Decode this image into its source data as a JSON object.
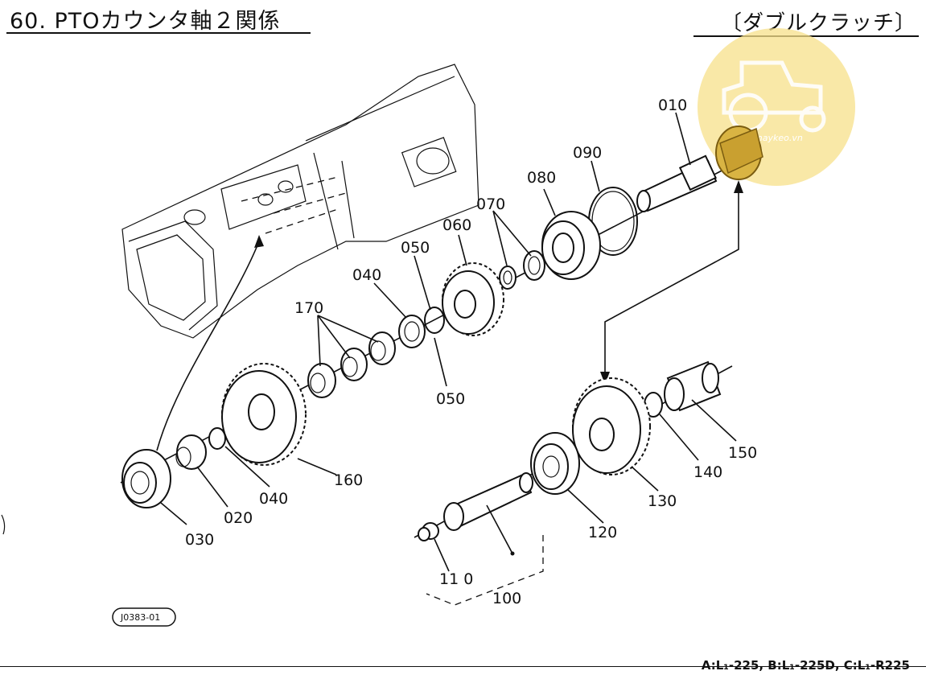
{
  "header": {
    "title": "60. PTOカウンタ軸２関係",
    "variant": "〔ダブルクラッチ〕"
  },
  "watermark": {
    "icon": "tractor-icon",
    "text": "maykeo.vn",
    "color": "#f7e08a"
  },
  "gear_highlight_color": "#d9b443",
  "diagram": {
    "reference_code": "J0383-01",
    "labels": {
      "p010": "010",
      "p020": "020",
      "p030": "030",
      "p040a": "040",
      "p040b": "040",
      "p050a": "050",
      "p050b": "050",
      "p060": "060",
      "p070": "070",
      "p080": "080",
      "p090": "090",
      "p100": "100",
      "p110": "11 0",
      "p120": "120",
      "p130": "130",
      "p140": "140",
      "p150": "150",
      "p160": "160",
      "p170": "170"
    }
  },
  "footer": {
    "models": "A:L₁-225, B:L₁-225D, C:L₁-R225"
  }
}
